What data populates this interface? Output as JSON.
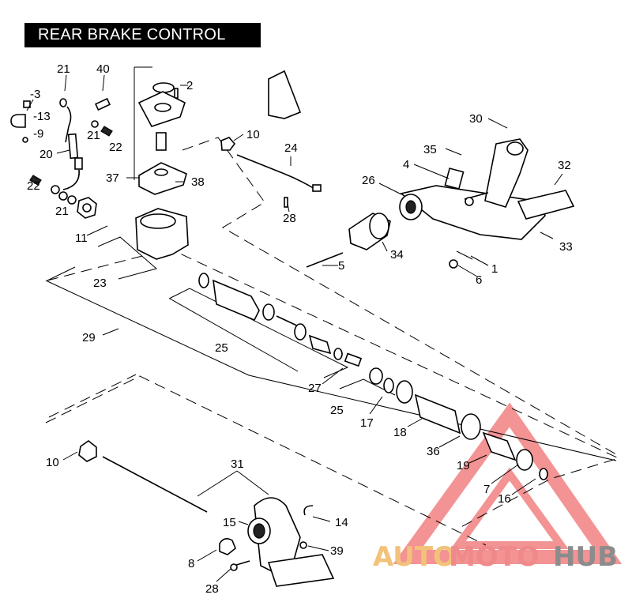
{
  "title": "REAR BRAKE CONTROL",
  "callouts": [
    "-3",
    "-13",
    "-9",
    "21",
    "40",
    "2",
    "10",
    "24",
    "30",
    "35",
    "4",
    "32",
    "26",
    "20",
    "21",
    "22",
    "37",
    "38",
    "22",
    "21",
    "11",
    "28",
    "34",
    "5",
    "33",
    "1",
    "6",
    "23",
    "29",
    "25",
    "27",
    "25",
    "17",
    "18",
    "36",
    "19",
    "7",
    "16",
    "10",
    "31",
    "15",
    "14",
    "8",
    "39",
    "28"
  ],
  "watermark": {
    "part1": "AUTO",
    "part2": "MOTO",
    "part3": "HUB",
    "color1": "#f2c27a",
    "color2": "#f08a8a",
    "color3": "#8c8c8c",
    "triangle_color": "#f07070"
  }
}
